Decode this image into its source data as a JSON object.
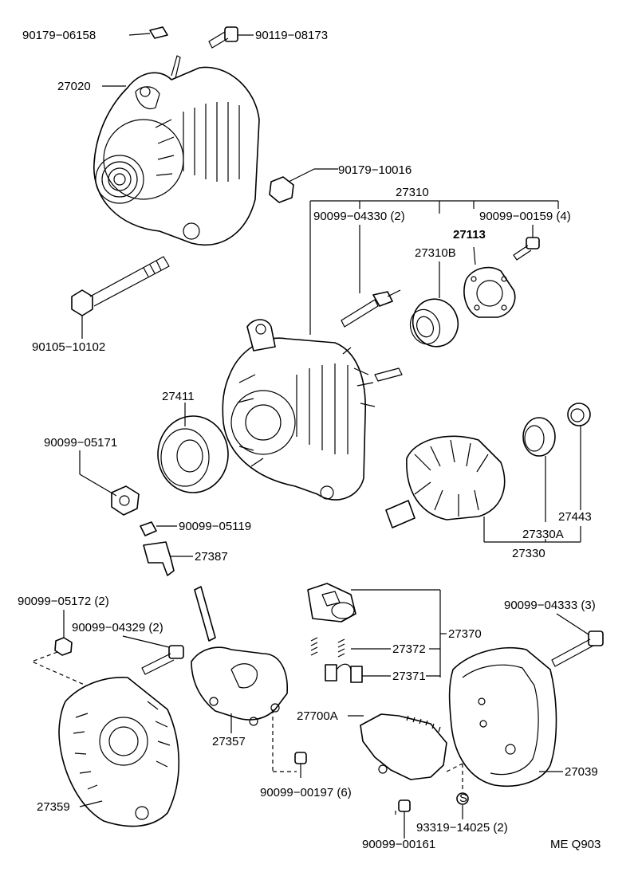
{
  "diagram_code": "ME Q903",
  "parts": {
    "p90179_06158": "90179−06158",
    "p90119_08173": "90119−08173",
    "p27020": "27020",
    "p90179_10016": "90179−10016",
    "p27310": "27310",
    "p90099_04330": "90099−04330 (2)",
    "p90099_00159": "90099−00159 (4)",
    "p27113": "27113",
    "p27310B": "27310B",
    "p90105_10102": "90105−10102",
    "p27411": "27411",
    "p90099_05171": "90099−05171",
    "p27443": "27443",
    "p27330A": "27330A",
    "p27330": "27330",
    "p90099_05119": "90099−05119",
    "p27387": "27387",
    "p90099_05172": "90099−05172 (2)",
    "p90099_04329": "90099−04329 (2)",
    "p27370": "27370",
    "p27372": "27372",
    "p27371": "27371",
    "p90099_04333": "90099−04333 (3)",
    "p27700A": "27700A",
    "p27357": "27357",
    "p90099_00197": "90099−00197 (6)",
    "p27039": "27039",
    "p27359": "27359",
    "p93319_14025": "93319−14025 (2)",
    "p90099_00161": "90099−00161"
  }
}
